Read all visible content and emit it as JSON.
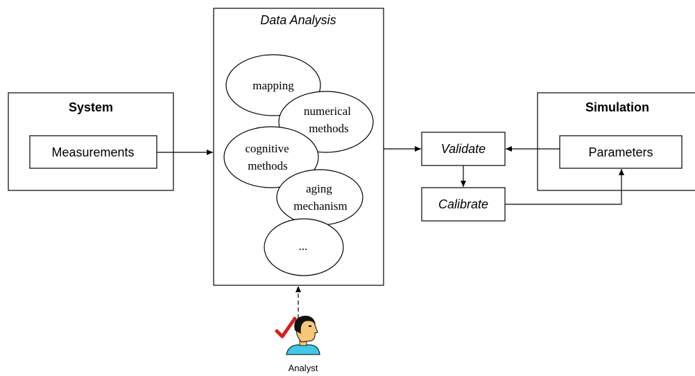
{
  "system": {
    "title": "System",
    "measurements": "Measurements"
  },
  "data_analysis": {
    "title": "Data Analysis",
    "methods": {
      "mapping": "mapping",
      "numerical_1": "numerical",
      "numerical_2": "methods",
      "cognitive_1": "cognitive",
      "cognitive_2": "methods",
      "aging_1": "aging",
      "aging_2": "mechanism",
      "more": "..."
    }
  },
  "validate": "Validate",
  "calibrate": "Calibrate",
  "simulation": {
    "title": "Simulation",
    "parameters": "Parameters"
  },
  "analyst": {
    "label": "Analyst",
    "icon": "analyst-person-icon",
    "check_icon": "check-mark-icon"
  },
  "colors": {
    "stroke": "#000000",
    "check": "#d42020",
    "shirt": "#40c8e8",
    "face": "#f5c878",
    "hair": "#111111"
  }
}
